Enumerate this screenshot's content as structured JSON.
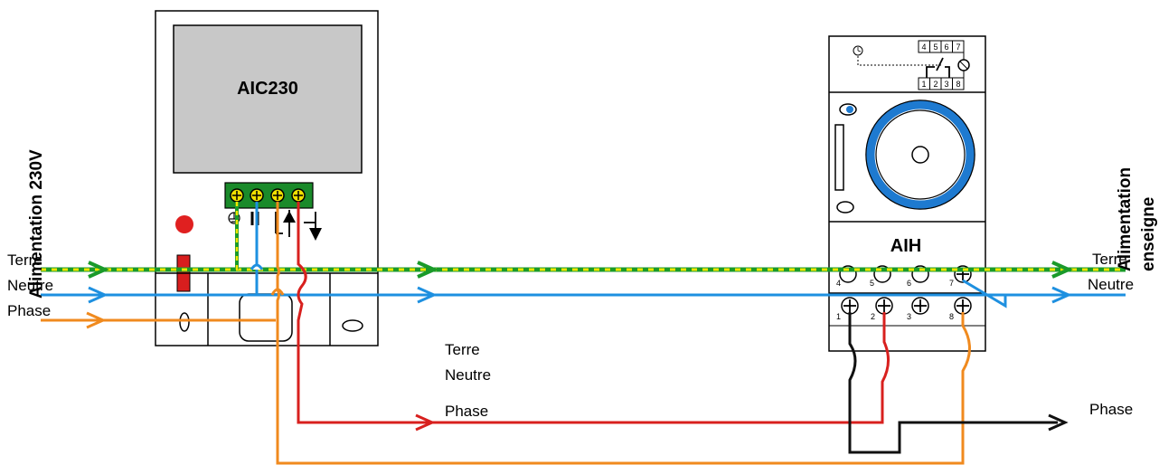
{
  "devices": {
    "aic230": {
      "label": "AIC230"
    },
    "aih": {
      "label": "AIH",
      "relay_top_terminals": [
        "4",
        "5",
        "6",
        "7"
      ],
      "relay_bottom_terminals": [
        "1",
        "2",
        "3",
        "8"
      ],
      "terminal_numbers_upper": [
        "4",
        "5",
        "6",
        "7"
      ],
      "terminal_numbers_lower": [
        "1",
        "2",
        "3",
        "8"
      ]
    }
  },
  "left": {
    "supply_label": "Alimentation 230V",
    "lines": {
      "earth": "Terre",
      "neutral": "Neutre",
      "phase": "Phase"
    }
  },
  "middle": {
    "lines": {
      "earth": "Terre",
      "neutral": "Neutre",
      "phase": "Phase"
    }
  },
  "right": {
    "supply_label_1": "Alimentation",
    "supply_label_2": "enseigne",
    "lines": {
      "earth": "Terre",
      "neutral": "Neutre",
      "phase": "Phase"
    }
  },
  "colors": {
    "earth_green": "#1a9a2a",
    "earth_yellow": "#f2e600",
    "neutral_blue": "#1e90e0",
    "phase_orange": "#f08a1e",
    "switched_red": "#d8201e",
    "output_black": "#111111",
    "screen_grey": "#c8c8c8",
    "terminal_green": "#1a8a2a",
    "terminal_yellow": "#f0e000",
    "led_red": "#e02020",
    "dial_blue": "#1e7ad0"
  }
}
